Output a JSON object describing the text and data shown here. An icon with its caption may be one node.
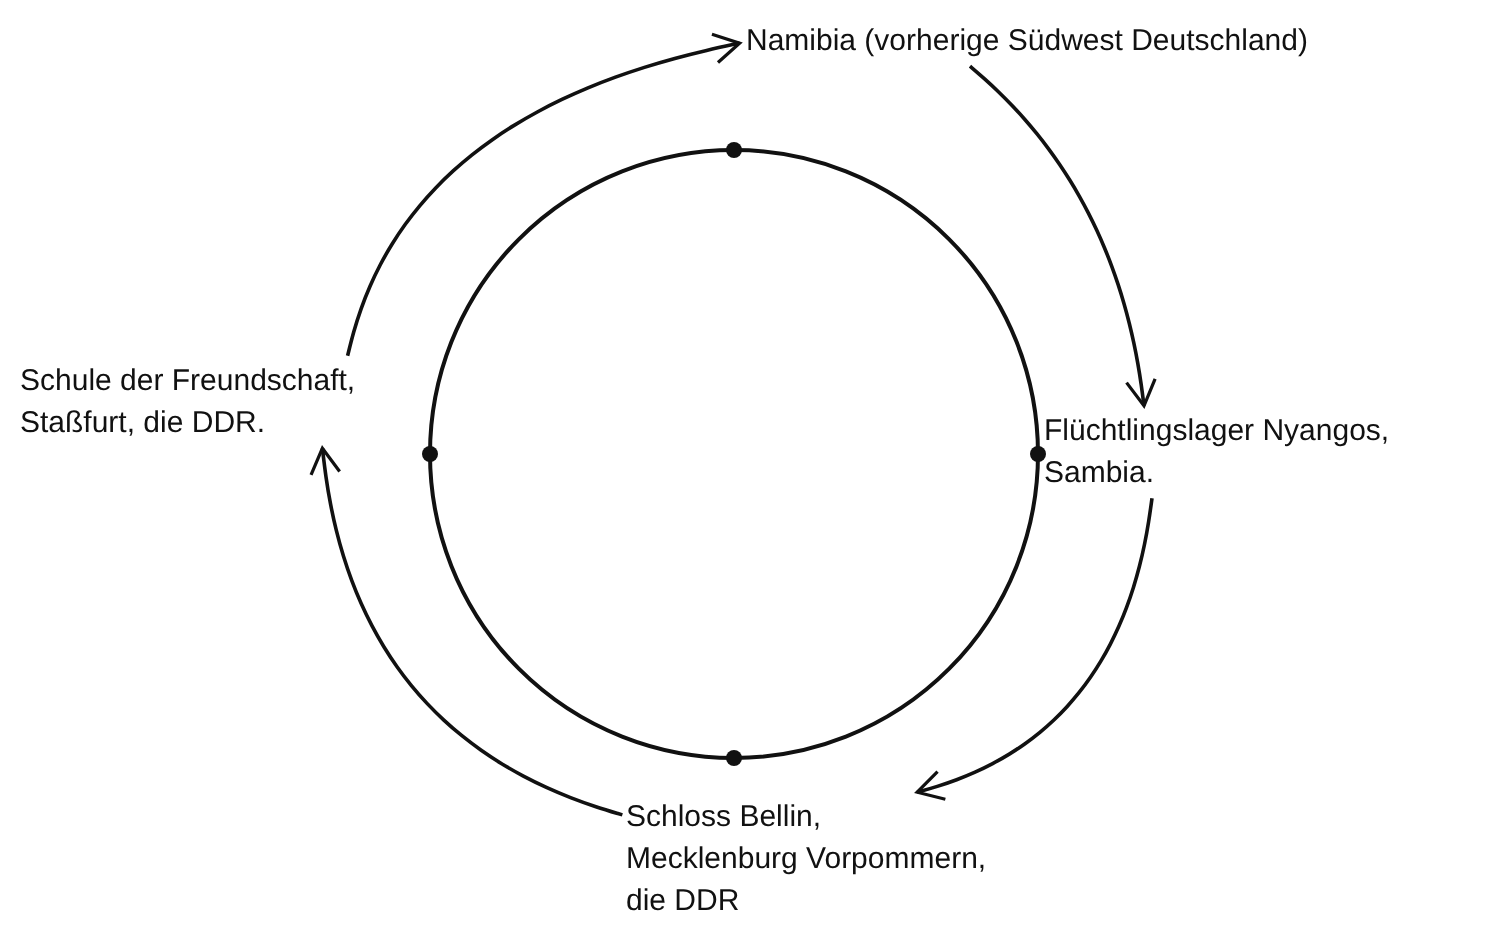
{
  "diagram": {
    "nodes": [
      {
        "text": [
          "Namibia (vorherige Südwest Deutschland)"
        ]
      },
      {
        "text": [
          "Flüchtlingslager Nyangos, Sambia."
        ]
      },
      {
        "text": [
          "Schloss Bellin, Mecklenburg Vorpommern, die DDR"
        ]
      },
      {
        "text": [
          "Schule der Freundschaft, Staßfurt, die DDR."
        ]
      }
    ],
    "edges": [
      {
        "from": 0,
        "to": 1,
        "arrow": "to"
      },
      {
        "from": 1,
        "to": 2,
        "arrow": "to"
      },
      {
        "from": 2,
        "to": 3,
        "arrow": "to"
      },
      {
        "from": 3,
        "to": 0,
        "arrow": "to"
      }
    ]
  }
}
